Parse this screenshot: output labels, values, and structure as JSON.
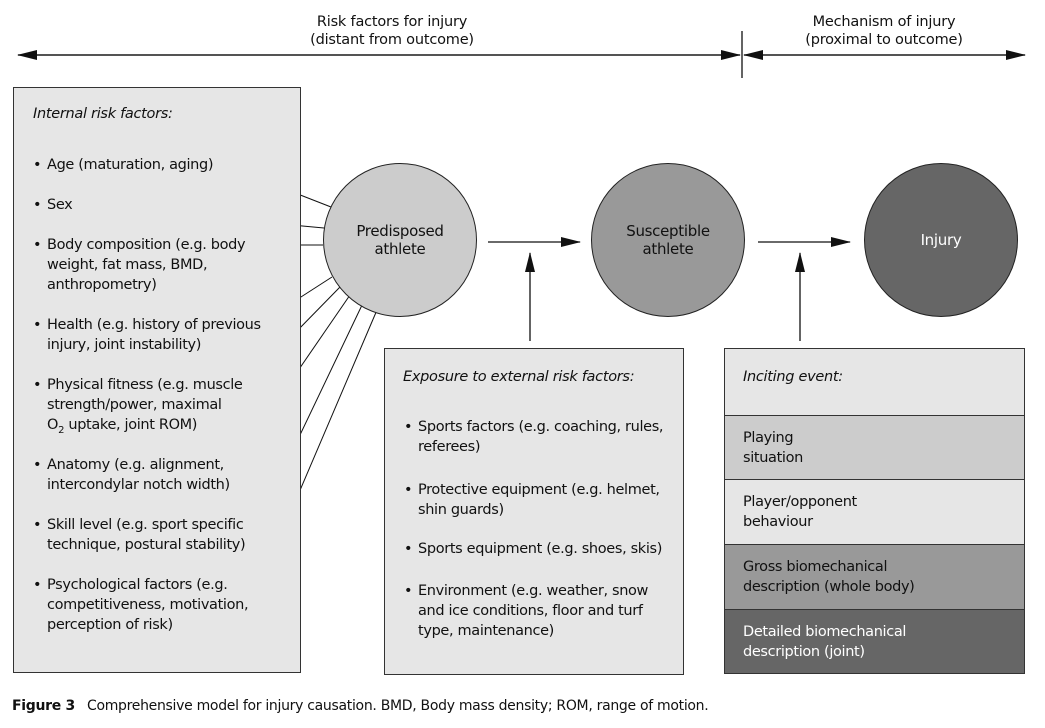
{
  "header": {
    "risk_factors_label_line1": "Risk factors for injury",
    "risk_factors_label_line2": "(distant from outcome)",
    "mechanism_label_line1": "Mechanism of injury",
    "mechanism_label_line2": "(proximal to outcome)"
  },
  "internal_box": {
    "title": "Internal risk factors:",
    "bullet": "•",
    "items": [
      {
        "lines": [
          "Age (maturation, aging)"
        ]
      },
      {
        "lines": [
          "Sex"
        ]
      },
      {
        "lines": [
          "Body composition (e.g. body",
          "weight, fat mass, BMD,",
          "anthropometry)"
        ]
      },
      {
        "lines": [
          "Health (e.g. history of previous",
          "injury, joint instability)"
        ]
      },
      {
        "lines": [
          "Physical fitness (e.g. muscle",
          "strength/power, maximal",
          "O",
          "2",
          " uptake, joint ROM)"
        ]
      },
      {
        "lines": [
          "Anatomy (e.g. alignment,",
          "intercondylar notch width)"
        ]
      },
      {
        "lines": [
          "Skill level (e.g. sport specific",
          "technique, postural stability)"
        ]
      },
      {
        "lines": [
          "Psychological factors (e.g.",
          "competitiveness, motivation,",
          "perception of risk)"
        ]
      }
    ]
  },
  "circles": {
    "predisposed": {
      "line1": "Predisposed",
      "line2": "athlete",
      "fill": "#cccccc"
    },
    "susceptible": {
      "line1": "Susceptible",
      "line2": "athlete",
      "fill": "#999999"
    },
    "injury": {
      "line1": "Injury",
      "fill": "#666666",
      "text_color": "#ffffff"
    }
  },
  "external_box": {
    "title": "Exposure to external risk factors:",
    "bullet": "•",
    "items": [
      {
        "lines": [
          "Sports factors (e.g. coaching, rules,",
          "referees)"
        ]
      },
      {
        "lines": [
          "Protective equipment (e.g. helmet,",
          "shin guards)"
        ]
      },
      {
        "lines": [
          "Sports equipment (e.g. shoes, skis)"
        ]
      },
      {
        "lines": [
          "Environment (e.g. weather, snow",
          "and ice conditions, floor and turf",
          "type, maintenance)"
        ]
      }
    ]
  },
  "inciting_box": {
    "title": "Inciting event:",
    "segments": [
      {
        "line1": "Playing",
        "line2": "situation",
        "fill": "#cccccc",
        "text_color": "#111111"
      },
      {
        "line1": "Player/opponent",
        "line2": "behaviour",
        "fill": "#e6e6e6",
        "text_color": "#111111"
      },
      {
        "line1": "Gross biomechanical",
        "line2": "description (whole body)",
        "fill": "#999999",
        "text_color": "#111111"
      },
      {
        "line1": "Detailed biomechanical",
        "line2": "description (joint)",
        "fill": "#666666",
        "text_color": "#ffffff"
      }
    ]
  },
  "caption": {
    "label": "Figure 3",
    "text": "Comprehensive model for injury causation. BMD, Body mass density; ROM, range of motion."
  },
  "colors": {
    "box_fill": "#e6e6e6",
    "line": "#111111"
  }
}
